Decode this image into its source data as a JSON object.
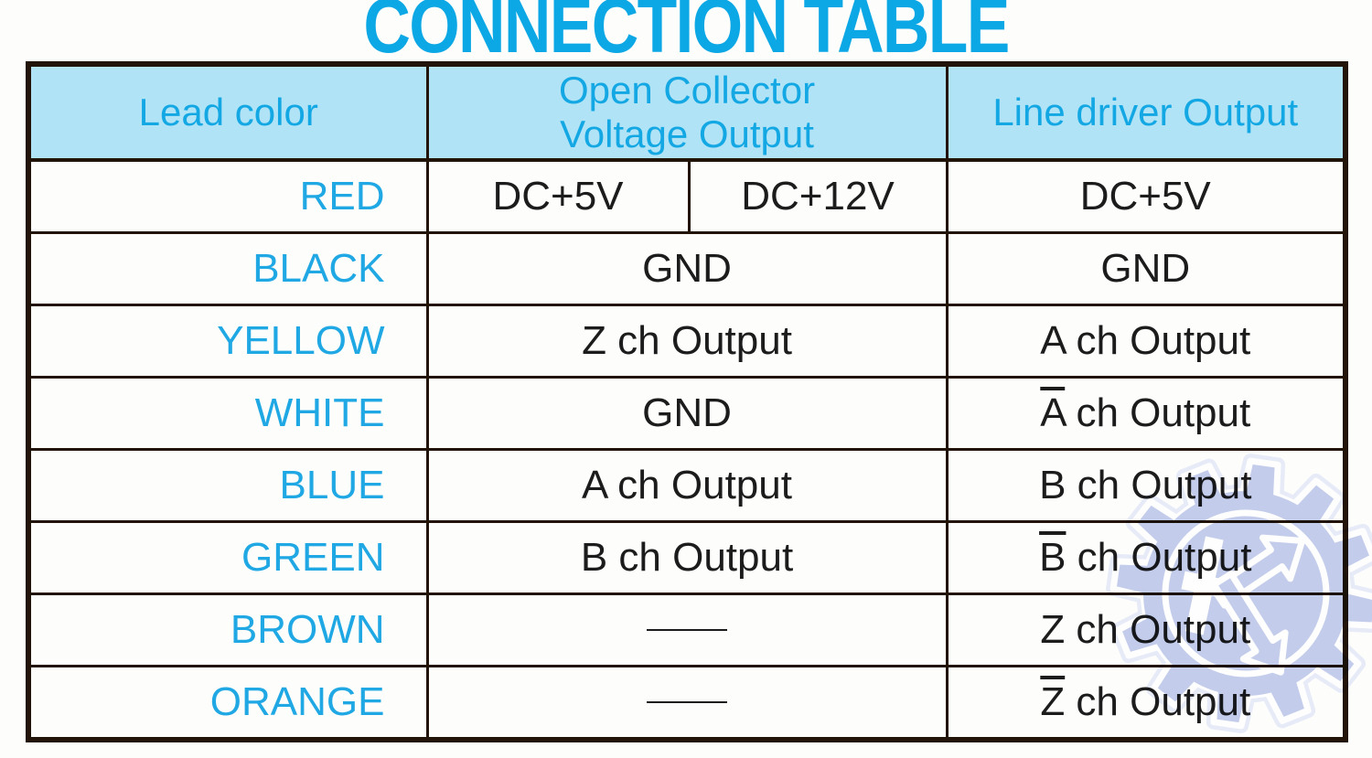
{
  "title": "CONNECTION TABLE",
  "colors": {
    "accent_cyan": "#13a9e8",
    "header_bg": "#b2e5fa",
    "border_dark": "#221409",
    "cell_text": "#1c1c1c",
    "watermark_blue": "#bac5e9"
  },
  "watermark": {
    "name": "gear-k-logo"
  },
  "table": {
    "header": {
      "lead": "Lead color",
      "open_collector_line1": "Open Collector",
      "open_collector_line2": "Voltage Output",
      "line_driver": "Line driver Output"
    },
    "rows": [
      {
        "lead": "RED",
        "open_collector": [
          {
            "text": "DC+5V"
          },
          {
            "text": "DC+12V"
          }
        ],
        "line_driver": {
          "text": "DC+5V"
        }
      },
      {
        "lead": "BLACK",
        "open_collector": [
          {
            "text": "GND",
            "span": 2
          }
        ],
        "line_driver": {
          "text": "GND"
        }
      },
      {
        "lead": "YELLOW",
        "open_collector": [
          {
            "text": "Z ch Output",
            "span": 2
          }
        ],
        "line_driver": {
          "text": "A ch Output"
        }
      },
      {
        "lead": "WHITE",
        "open_collector": [
          {
            "text": "GND",
            "span": 2
          }
        ],
        "line_driver": {
          "text": "A ch Output",
          "overline": true
        }
      },
      {
        "lead": "BLUE",
        "open_collector": [
          {
            "text": "A ch Output",
            "span": 2
          }
        ],
        "line_driver": {
          "text": "B ch Output"
        }
      },
      {
        "lead": "GREEN",
        "open_collector": [
          {
            "text": "B ch Output",
            "span": 2
          }
        ],
        "line_driver": {
          "text": "B ch Output",
          "overline": true
        }
      },
      {
        "lead": "BROWN",
        "open_collector": [
          {
            "dash": true,
            "span": 2
          }
        ],
        "line_driver": {
          "text": "Z ch Output"
        }
      },
      {
        "lead": "ORANGE",
        "open_collector": [
          {
            "dash": true,
            "span": 2
          }
        ],
        "line_driver": {
          "text": "Z ch Output",
          "overline": true
        }
      }
    ]
  }
}
